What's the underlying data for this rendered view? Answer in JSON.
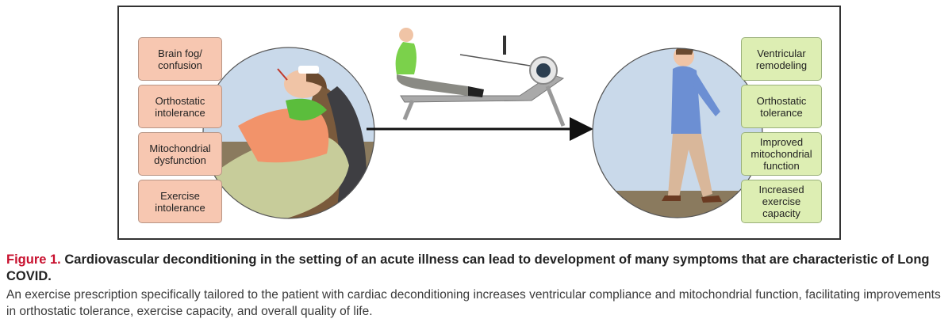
{
  "figure": {
    "before_labels": [
      "Brain fog/\nconfusion",
      "Orthostatic\nintolerance",
      "Mitochondrial\ndysfunction",
      "Exercise\nintolerance"
    ],
    "after_labels": [
      "Ventricular\nremodeling",
      "Orthostatic\ntolerance",
      "Improved\nmitochondrial\nfunction",
      "Increased\nexercise\ncapacity"
    ],
    "colors": {
      "before_box": "#f7c7b1",
      "after_box": "#ddeeb3",
      "circle_bg": "#c9d9ea",
      "figure_number": "#c8102e"
    }
  },
  "caption": {
    "number": "Figure 1.",
    "title": "Cardiovascular deconditioning in the setting of an acute illness can lead to development of many symptoms that are characteristic of Long COVID.",
    "body": "An exercise prescription specifically tailored to the patient with cardiac deconditioning increases ventricular compliance and mitochondrial function, facilitating improvements in orthostatic tolerance, exercise capacity, and overall quality of life."
  }
}
